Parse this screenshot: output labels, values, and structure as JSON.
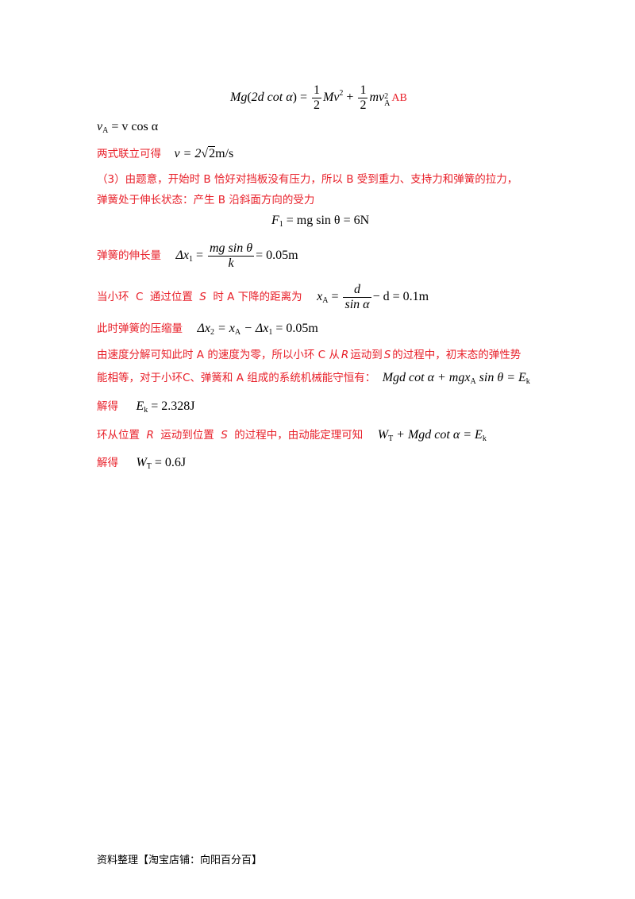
{
  "eq1": {
    "lhs_var": "Mg",
    "lhs_inner": "2d cot α",
    "half": "1",
    "two": "2",
    "term1": "Mv",
    "term2": "mv",
    "sub_A": "A",
    "sq": "2",
    "tag": "AB"
  },
  "eq2": {
    "text_v": "v",
    "sub_A": "A",
    "rhs": "= v cos α"
  },
  "line3": {
    "label": "两式联立可得",
    "eq_lhs": "v = 2",
    "root": "2",
    "unit": "m/s"
  },
  "para3": {
    "line1": "（3）由题意，开始时 B 恰好对挡板没有压力，所以 B 受到重力、支持力和弹簧的拉力，",
    "line2": "弹簧处于伸长状态：产生 B 沿斜面方向的受力"
  },
  "eq_f1": {
    "lhs": "F",
    "sub": "1",
    "rhs": "= mg sin θ = 6N"
  },
  "stretch": {
    "label": "弹簧的伸长量",
    "lhs": "Δx",
    "sub": "1",
    "num": "mg sin θ",
    "den": "k",
    "rhs": "= 0.05m"
  },
  "ring": {
    "label_pre": "当小环",
    "c": "C",
    "label_mid": "通过位置",
    "s": "S",
    "label_post": "时 A 下降的距离为",
    "lhs": "x",
    "sub": "A",
    "num": "d",
    "den": "sin α",
    "rhs": "− d = 0.1m"
  },
  "compress": {
    "label": "此时弹簧的压缩量",
    "lhs": "Δx",
    "sub2": "2",
    "mid": "= x",
    "subA": "A",
    "minus": "− Δx",
    "sub1": "1",
    "rhs": "= 0.05m"
  },
  "energy": {
    "line1_pre": "由速度分解可知此时 A 的速度为零，所以小环 C 从",
    "r": "R",
    "line1_mid": "运动到",
    "s": "S",
    "line1_post": "的过程中，初末态的弹性势",
    "line2": "能相等，对于小环C、弹簧和 A 组成的系统机械能守恒有：",
    "eq": "Mgd cot α + mgx",
    "sub": "A",
    "eq_end": "sin θ = E",
    "sub_k": "k"
  },
  "solve1": {
    "label": "解得",
    "lhs": "E",
    "sub": "k",
    "rhs": "= 2.328J"
  },
  "work": {
    "pre": "环从位置",
    "r": "R",
    "mid": "运动到位置",
    "s": "S",
    "post": "的过程中，由动能定理可知",
    "lhs": "W",
    "sub": "T",
    "rhs": "+ Mgd cot α = E",
    "sub_k": "k"
  },
  "solve2": {
    "label": "解得",
    "lhs": "W",
    "sub": "T",
    "rhs": "= 0.6J"
  },
  "footer": "资料整理【淘宝店铺：向阳百分百】"
}
